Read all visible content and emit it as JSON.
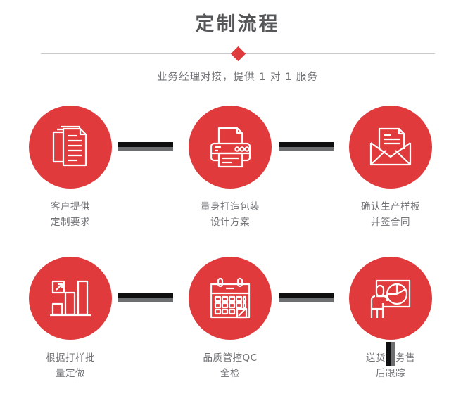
{
  "header": {
    "title": "定制流程",
    "subtitle": "业务经理对接，提供 1 对 1 服务",
    "accent_color": "#e03a3c",
    "title_color": "#555759",
    "text_color": "#6f7174",
    "divider_color": "#c9c9c9"
  },
  "flow": {
    "connector_color": "#100f0f",
    "connector_shadow_color": "#6d6e70",
    "steps": [
      {
        "index": 1,
        "icon": "documents-stack-icon",
        "label_line1": "客户提供",
        "label_line2": "定制要求"
      },
      {
        "index": 2,
        "icon": "printer-icon",
        "label_line1": "量身打造包装",
        "label_line2": "设计方案"
      },
      {
        "index": 3,
        "icon": "envelope-letter-icon",
        "label_line1": "确认生产样板",
        "label_line2": "并签合同"
      },
      {
        "index": 4,
        "icon": "bar-chart-growth-icon",
        "label_line1": "根据打样批",
        "label_line2": "量定做"
      },
      {
        "index": 5,
        "icon": "calendar-icon",
        "label_line1": "品质管控QC",
        "label_line2": "全检"
      },
      {
        "index": 6,
        "icon": "presentation-pie-chart-icon",
        "label_line1": "送货服务售",
        "label_line2": "后跟踪"
      }
    ]
  }
}
